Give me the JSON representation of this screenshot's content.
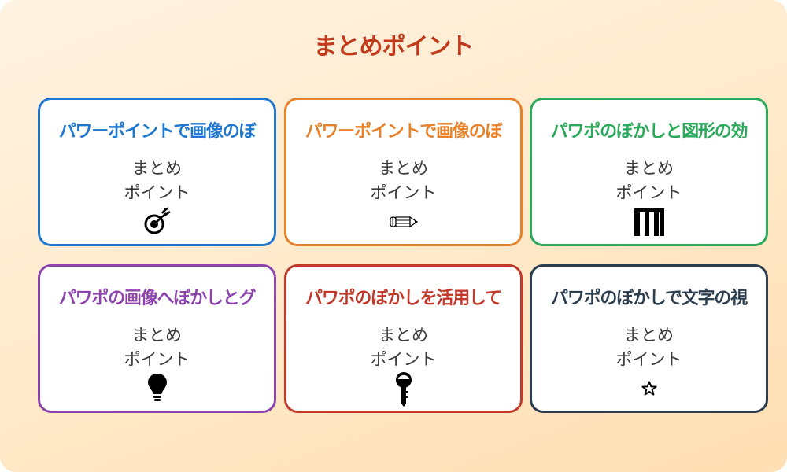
{
  "header": {
    "title": "まとめポイント",
    "color": "#c0391b"
  },
  "cards": [
    {
      "title": "パワーポイントで画像のぼ",
      "line1": "まとめ",
      "line2": "ポイント",
      "icon": "target-arrow-icon",
      "color": "#1f77d0"
    },
    {
      "title": "パワーポイントで画像のぼ",
      "line1": "まとめ",
      "line2": "ポイント",
      "icon": "pencil-icon",
      "color": "#e8822a"
    },
    {
      "title": "パワポのぼかしと図形の効",
      "line1": "まとめ",
      "line2": "ポイント",
      "icon": "bar-chart-icon",
      "color": "#2aaa5a"
    },
    {
      "title": "パワポの画像へぼかしとグ",
      "line1": "まとめ",
      "line2": "ポイント",
      "icon": "lightbulb-icon",
      "color": "#8e44ad"
    },
    {
      "title": "パワポのぼかしを活用して",
      "line1": "まとめ",
      "line2": "ポイント",
      "icon": "key-icon",
      "color": "#c0392b"
    },
    {
      "title": "パワポのぼかしで文字の視",
      "line1": "まとめ",
      "line2": "ポイント",
      "icon": "star-icon",
      "color": "#2c3e50"
    }
  ]
}
